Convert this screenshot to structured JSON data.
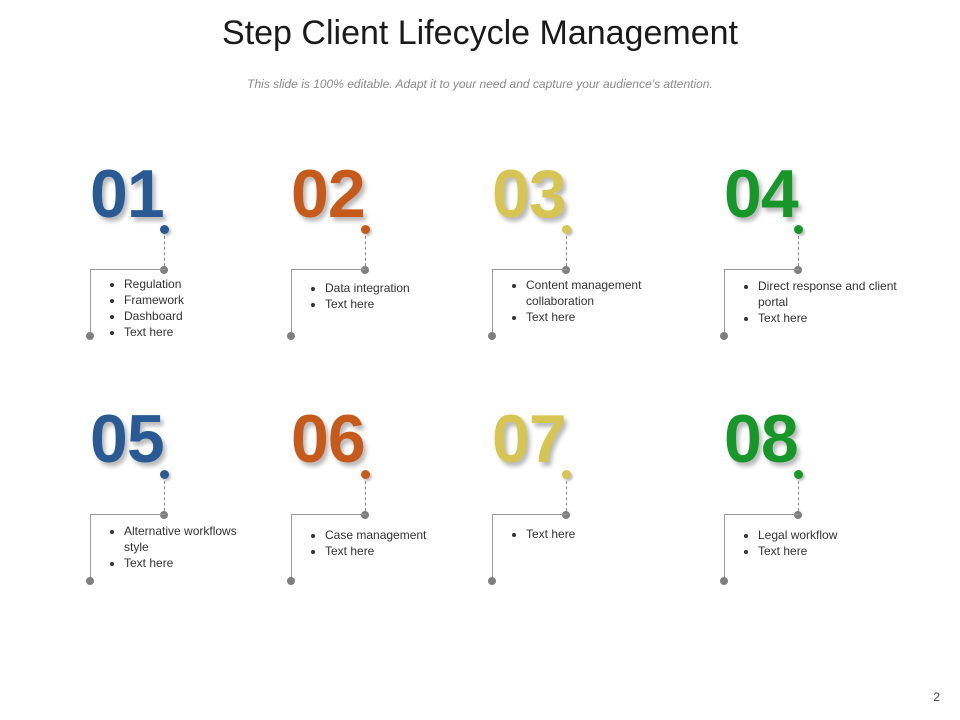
{
  "slide": {
    "title": "Step Client Lifecycle Management",
    "subtitle": "This slide is 100% editable. Adapt it to your need and capture your audience’s attention.",
    "page_number": "2"
  },
  "colors": {
    "blue": "#2a5a93",
    "orange": "#c55a1a",
    "yellow": "#d6c553",
    "green": "#17962a",
    "gray": "#7f7f7f"
  },
  "steps": [
    {
      "number": "01",
      "color": "#2a5a93",
      "bullets": [
        "Regulation",
        "Framework",
        "Dashboard",
        "Text here"
      ]
    },
    {
      "number": "02",
      "color": "#c55a1a",
      "bullets": [
        "Data integration",
        "Text here"
      ]
    },
    {
      "number": "03",
      "color": "#d6c553",
      "bullets": [
        "Content management collaboration",
        "Text here"
      ]
    },
    {
      "number": "04",
      "color": "#17962a",
      "bullets": [
        "Direct response and client portal",
        "Text here"
      ]
    },
    {
      "number": "05",
      "color": "#2a5a93",
      "bullets": [
        "Alternative workflows style",
        "Text here"
      ]
    },
    {
      "number": "06",
      "color": "#c55a1a",
      "bullets": [
        "Case management",
        "Text here"
      ]
    },
    {
      "number": "07",
      "color": "#d6c553",
      "bullets": [
        "Text here"
      ]
    },
    {
      "number": "08",
      "color": "#17962a",
      "bullets": [
        "Legal workflow",
        "Text here"
      ]
    }
  ]
}
